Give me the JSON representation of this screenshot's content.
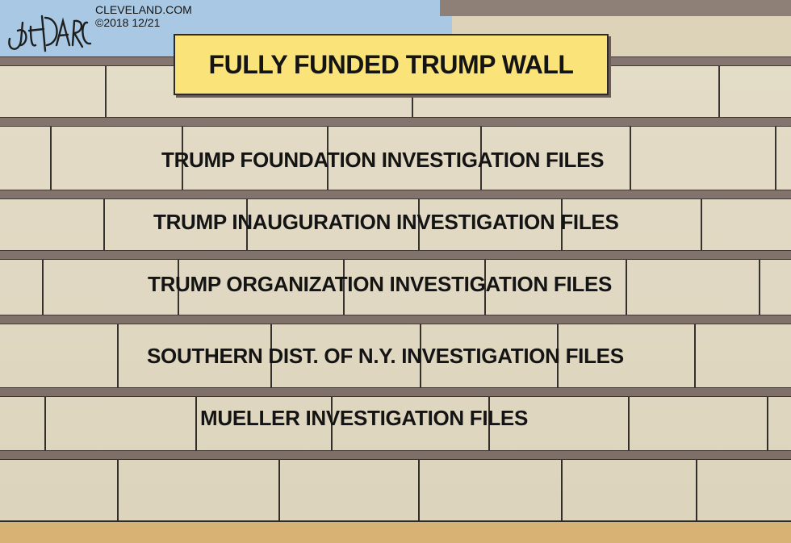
{
  "signature": "JEFF DARCY",
  "credit": {
    "publisher": "CLEVELAND.COM",
    "date": "©2018 12/21"
  },
  "sign": {
    "title": "FULLY FUNDED TRUMP WALL"
  },
  "wall_labels": [
    "TRUMP FOUNDATION INVESTIGATION FILES",
    "TRUMP INAUGURATION INVESTIGATION FILES",
    "TRUMP ORGANIZATION INVESTIGATION FILES",
    "SOUTHERN DIST. OF N.Y. INVESTIGATION FILES",
    "MUELLER INVESTIGATION FILES"
  ],
  "colors": {
    "sky": "#a9c8e3",
    "sign": "#fae47a",
    "brick": "#e2dac3",
    "mortar": "#7d6e68",
    "ground": "#d8b274"
  }
}
